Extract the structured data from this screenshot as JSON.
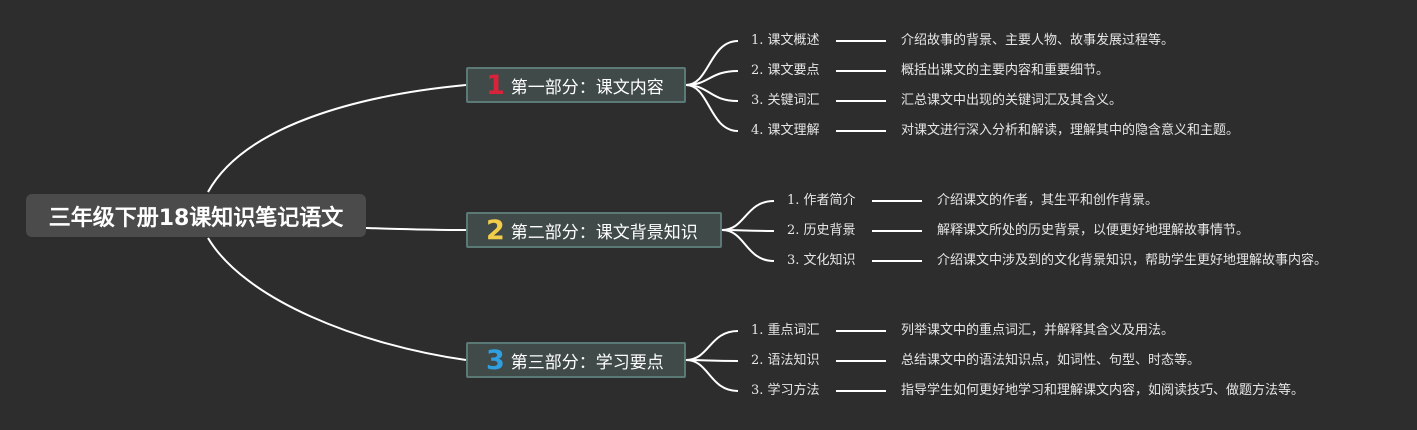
{
  "root": {
    "title": "三年级下册18课知识笔记语文"
  },
  "branches": [
    {
      "number": "1",
      "number_color": "#d8233b",
      "title": "第一部分：课文内容",
      "items": [
        {
          "label": "1. 课文概述",
          "desc": "介绍故事的背景、主要人物、故事发展过程等。"
        },
        {
          "label": "2. 课文要点",
          "desc": "概括出课文的主要内容和重要细节。"
        },
        {
          "label": "3. 关键词汇",
          "desc": "汇总课文中出现的关键词汇及其含义。"
        },
        {
          "label": "4. 课文理解",
          "desc": "对课文进行深入分析和解读，理解其中的隐含意义和主题。"
        }
      ]
    },
    {
      "number": "2",
      "number_color": "#f2cd4a",
      "title": "第二部分：课文背景知识",
      "items": [
        {
          "label": "1. 作者简介",
          "desc": "介绍课文的作者，其生平和创作背景。"
        },
        {
          "label": "2. 历史背景",
          "desc": "解释课文所处的历史背景，以便更好地理解故事情节。"
        },
        {
          "label": "3. 文化知识",
          "desc": "介绍课文中涉及到的文化背景知识，帮助学生更好地理解故事内容。"
        }
      ]
    },
    {
      "number": "3",
      "number_color": "#2f9fe0",
      "title": "第三部分：学习要点",
      "items": [
        {
          "label": "1. 重点词汇",
          "desc": "列举课文中的重点词汇，并解释其含义及用法。"
        },
        {
          "label": "2. 语法知识",
          "desc": "总结课文中的语法知识点，如词性、句型、时态等。"
        },
        {
          "label": "3. 学习方法",
          "desc": "指导学生如何更好地学习和理解课文内容，如阅读技巧、做题方法等。"
        }
      ]
    }
  ]
}
